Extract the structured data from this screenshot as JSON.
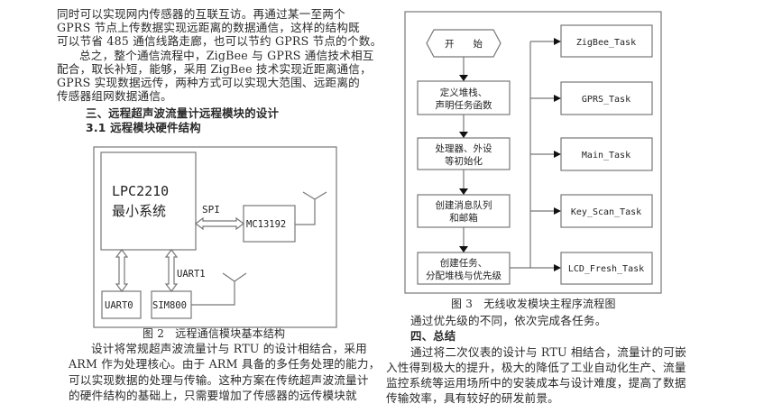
{
  "left_column": {
    "para1": [
      "同时可以实现网内传感器的互联互访。再通过某一至两个",
      "GPRS 节点上传数据实现远距离的数据通信，这样的结构既",
      "可以节省 485 通信线路走廊，也可以节约 GPRS 节点的个数。"
    ],
    "para2": [
      "总之，整个通信流程中，ZigBee 与 GPRS 通信技术相互",
      "配合，取长补短，能够，采用 ZigBee 技术实现近距离通信，",
      "GPRS 实现数据远传，两种方式可以实现大范围、远距离的",
      "传感器组网数据通信。"
    ],
    "section3_heading": "三、远程超声波流量计远程模块的设计",
    "subsection31_heading": "3.1 远程模块硬件结构",
    "figure2": {
      "lpc_line1": "LPC2210",
      "lpc_line2": "最小系统",
      "spi": "SPI",
      "mc13192": "MC13192",
      "uart0": "UART0",
      "uart1": "UART1",
      "sim800": "SIM800",
      "caption": "图 2　远程通信模块基本结构"
    },
    "para3": [
      "设计将常规超声波流量计与 RTU 的设计相结合，采用",
      "ARM 作为处理核心。由于 ARM 具备的多任务处理的能力，",
      "可以实现数据的处理与传输。这种方案在传统超声波流量计",
      "的硬件结构的基础上，只需要增加了传感器的远传模块就"
    ]
  },
  "right_column": {
    "figure3": {
      "start": "开　　始",
      "steps": [
        [
          "定义堆栈、",
          "声明任务函数"
        ],
        [
          "处理器、外设",
          "等初始化"
        ],
        [
          "创建消息队列",
          "和邮箱"
        ],
        [
          "创建任务、",
          "分配堆栈与优先级"
        ]
      ],
      "tasks": [
        "ZigBee_Task",
        "GPRS_Task",
        "Main_Task",
        "Key_Scan_Task",
        "LCD_Fresh_Task"
      ],
      "caption": "图 3　无线收发模块主程序流程图"
    },
    "para1": "通过优先级的不同，依次完成各任务。",
    "section4_heading": "四、总结",
    "para2": [
      "通过将二次仪表的设计与 RTU 相结合，流量计的可嵌",
      "入性得到极大的提升，极大的降低了工业自动化生产、流量",
      "监控系统等运用场所中的安装成本与设计难度，提高了数据",
      "传输效率，具有较好的研发前景。"
    ]
  }
}
